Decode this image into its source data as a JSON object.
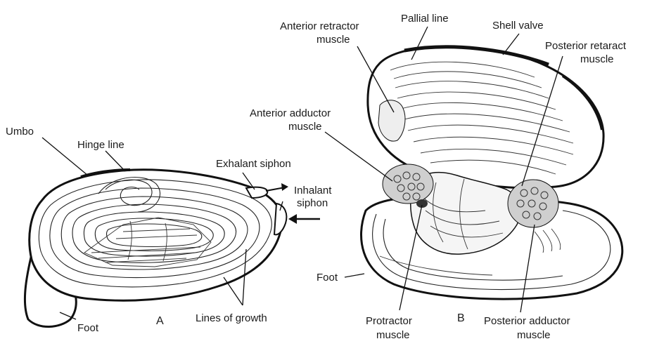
{
  "figure_a": {
    "panel_label": "A",
    "labels": {
      "umbo": "Umbo",
      "hinge_line": "Hinge line",
      "exhalant_siphon": "Exhalant siphon",
      "inhalant_siphon_1": "Inhalant",
      "inhalant_siphon_2": "siphon",
      "lines_of_growth": "Lines of growth",
      "foot": "Foot"
    }
  },
  "figure_b": {
    "panel_label": "B",
    "labels": {
      "anterior_retractor_1": "Anterior retractor",
      "anterior_retractor_2": "muscle",
      "pallial_line": "Pallial line",
      "shell_valve": "Shell valve",
      "posterior_retractor_1": "Posterior retaract",
      "posterior_retractor_2": "muscle",
      "anterior_adductor_1": "Anterior adductor",
      "anterior_adductor_2": "muscle",
      "foot": "Foot",
      "protractor_1": "Protractor",
      "protractor_2": "muscle",
      "posterior_adductor_1": "Posterior adductor",
      "posterior_adductor_2": "muscle"
    }
  }
}
